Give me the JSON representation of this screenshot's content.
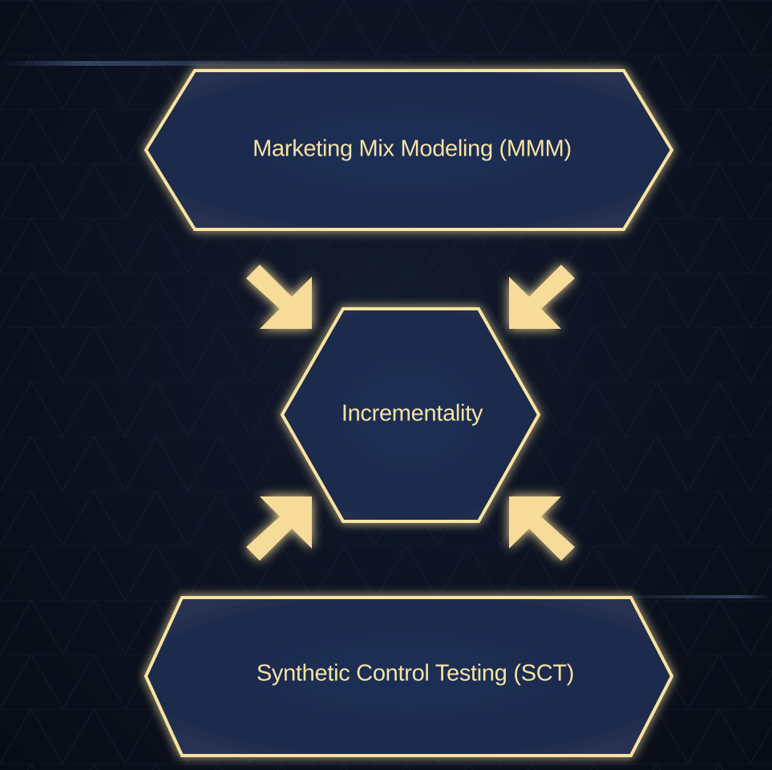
{
  "diagram": {
    "top_node": {
      "label": "Marketing Mix Modeling (MMM)"
    },
    "center_node": {
      "label": "Incrementality"
    },
    "bottom_node": {
      "label": "Synthetic Control Testing (SCT)"
    },
    "arrows": [
      {
        "id": "top-left",
        "direction": "down-right"
      },
      {
        "id": "top-right",
        "direction": "down-left"
      },
      {
        "id": "bottom-left",
        "direction": "up-right"
      },
      {
        "id": "bottom-right",
        "direction": "up-left"
      }
    ]
  },
  "colors": {
    "background": "#0c1220",
    "node_fill": "#1d2c4f",
    "node_border": "#f8e3a0",
    "arrow": "#f6dc98",
    "text": "#f6e3a2"
  }
}
